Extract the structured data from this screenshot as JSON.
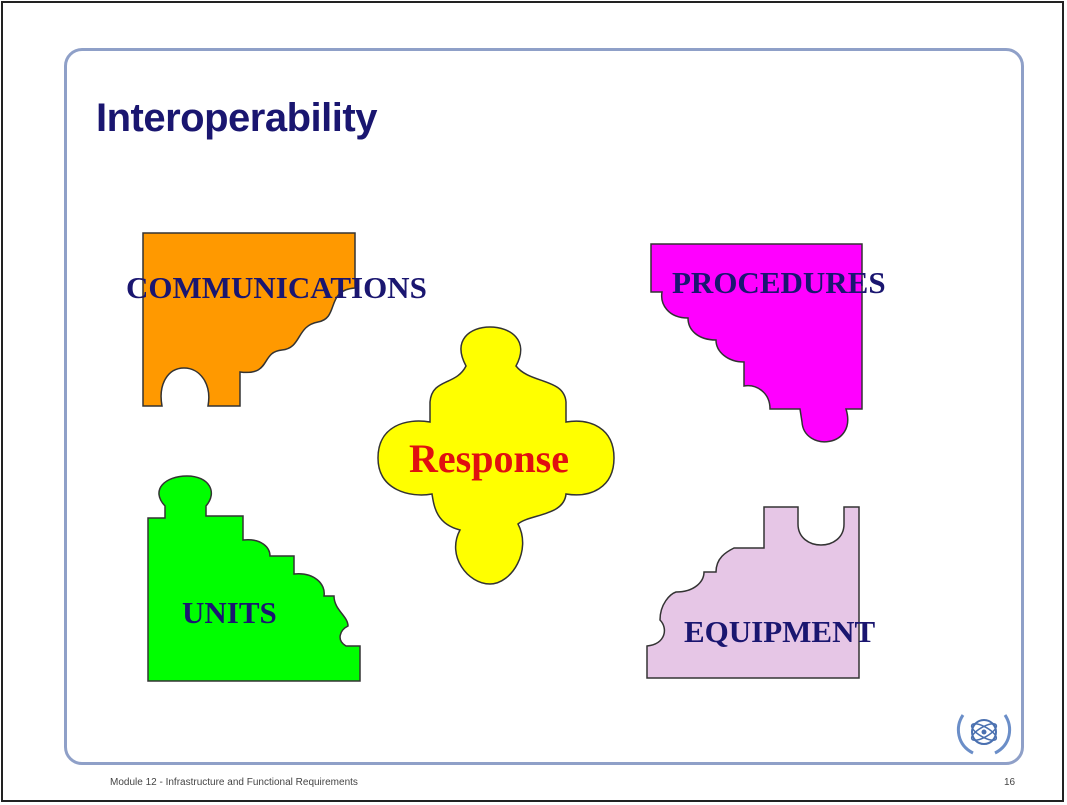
{
  "slide": {
    "title": "Interoperability",
    "footer_left": "Module 12 - Infrastructure and Functional Requirements",
    "page_number": "16"
  },
  "diagram": {
    "center": {
      "label": "Response",
      "color": "#ffff00",
      "text_color": "#e01010"
    },
    "pieces": [
      {
        "name": "communications",
        "label": "COMMUNICATIONS",
        "color": "#ff9900"
      },
      {
        "name": "procedures",
        "label": "PROCEDURES",
        "color": "#ff00ff"
      },
      {
        "name": "units",
        "label": "UNITS",
        "color": "#00ff00"
      },
      {
        "name": "equipment",
        "label": "EQUIPMENT",
        "color": "#e6c6e6"
      }
    ],
    "logo_icon": "un-emblem-icon"
  }
}
